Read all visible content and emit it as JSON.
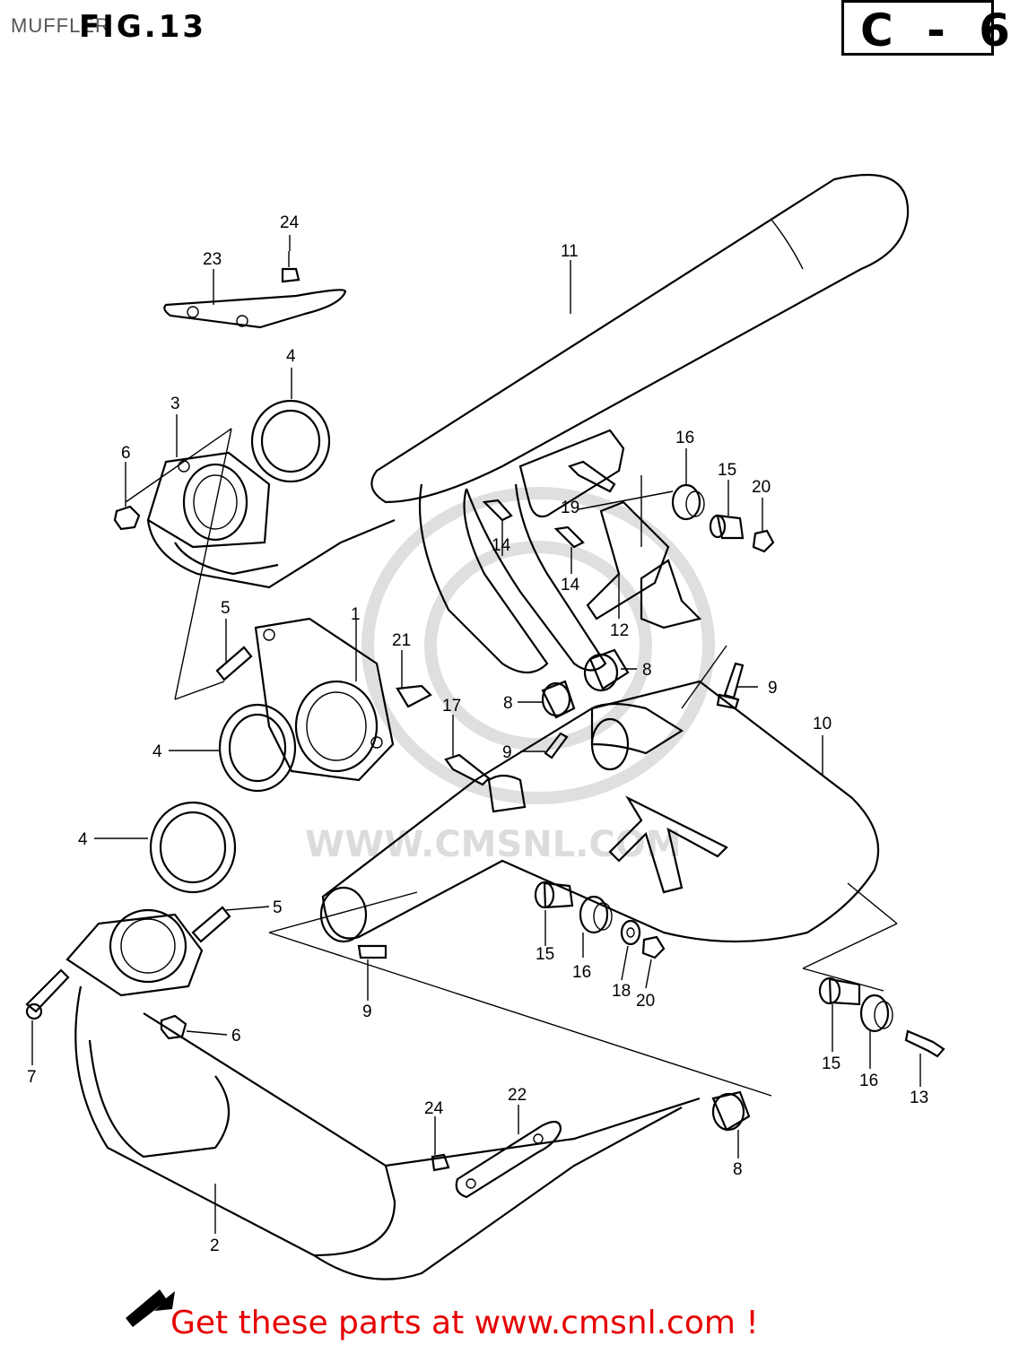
{
  "header": {
    "page_title": "MUFFLER",
    "figure": "FIG.13",
    "code": "C - 6"
  },
  "footer": {
    "text": "Get these parts at www.cmsnl.com !"
  },
  "watermark": {
    "text": "WWW.CMSNL.COM"
  },
  "callouts": [
    {
      "id": "c24a",
      "text": "24"
    },
    {
      "id": "c23",
      "text": "23"
    },
    {
      "id": "c11",
      "text": "11"
    },
    {
      "id": "c4a",
      "text": "4"
    },
    {
      "id": "c3",
      "text": "3"
    },
    {
      "id": "c6a",
      "text": "6"
    },
    {
      "id": "c16a",
      "text": "16"
    },
    {
      "id": "c15a",
      "text": "15"
    },
    {
      "id": "c20a",
      "text": "20"
    },
    {
      "id": "c19",
      "text": "19"
    },
    {
      "id": "c14a",
      "text": "14"
    },
    {
      "id": "c14b",
      "text": "14"
    },
    {
      "id": "c5a",
      "text": "5"
    },
    {
      "id": "c1",
      "text": "1"
    },
    {
      "id": "c21",
      "text": "21"
    },
    {
      "id": "c12",
      "text": "12"
    },
    {
      "id": "c8a",
      "text": "8"
    },
    {
      "id": "c9a",
      "text": "9"
    },
    {
      "id": "c10",
      "text": "10"
    },
    {
      "id": "c17",
      "text": "17"
    },
    {
      "id": "c8b",
      "text": "8"
    },
    {
      "id": "c9b",
      "text": "9"
    },
    {
      "id": "c4b",
      "text": "4"
    },
    {
      "id": "c4c",
      "text": "4"
    },
    {
      "id": "c5b",
      "text": "5"
    },
    {
      "id": "c15b",
      "text": "15"
    },
    {
      "id": "c16b",
      "text": "16"
    },
    {
      "id": "c18",
      "text": "18"
    },
    {
      "id": "c20b",
      "text": "20"
    },
    {
      "id": "c9c",
      "text": "9"
    },
    {
      "id": "c7",
      "text": "7"
    },
    {
      "id": "c6b",
      "text": "6"
    },
    {
      "id": "c15c",
      "text": "15"
    },
    {
      "id": "c16c",
      "text": "16"
    },
    {
      "id": "c13",
      "text": "13"
    },
    {
      "id": "c24b",
      "text": "24"
    },
    {
      "id": "c22",
      "text": "22"
    },
    {
      "id": "c8c",
      "text": "8"
    },
    {
      "id": "c2",
      "text": "2"
    }
  ],
  "colors": {
    "line": "#000000",
    "footer_text": "#e60000",
    "watermark": "#d2d2d2"
  }
}
